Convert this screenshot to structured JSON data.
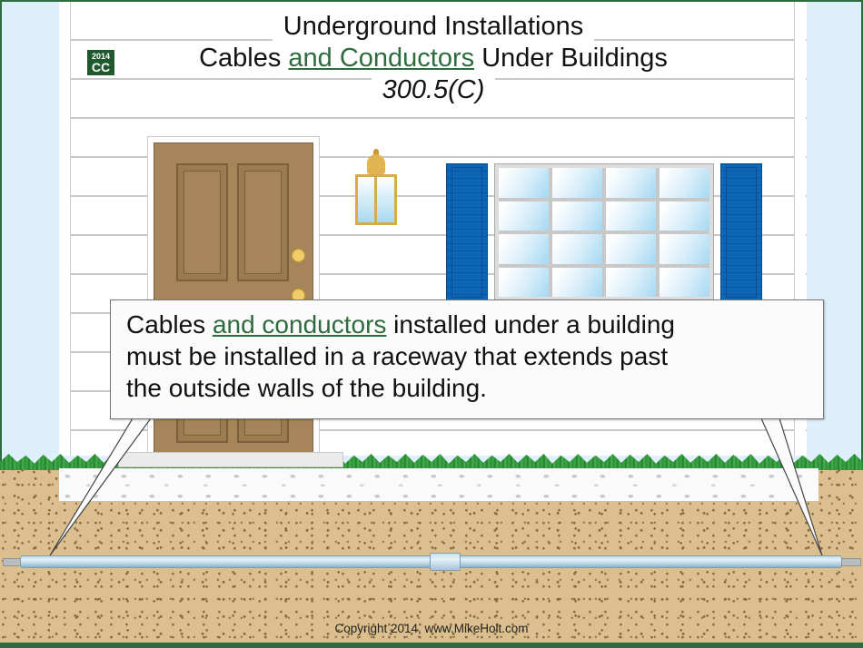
{
  "diagram": {
    "title": {
      "line1": "Underground Installations",
      "line2_prefix": "Cables ",
      "line2_highlight": "and Conductors",
      "line2_suffix": " Under Buildings",
      "line3": "300.5(C)"
    },
    "badge": {
      "year": "2014",
      "code": "CC"
    },
    "callout": {
      "line1_prefix": "Cables ",
      "line1_highlight": "and conductors",
      "line1_suffix": " installed under a building",
      "line2": "must be installed in a raceway that extends past",
      "line3": "the outside walls of the building."
    },
    "copyright": "Copyright 2014, www.MikeHolt.com",
    "labels": {
      "door": "front-door",
      "lamp": "wall-lantern",
      "window": "window-with-shutters",
      "raceway": "underground-raceway",
      "slab": "building-foundation-slab"
    },
    "colors": {
      "frame_border": "#2e6b3e",
      "highlight_text": "#2e6b3e",
      "door": "#a58559",
      "shutter": "#0a62b0",
      "soil": "#dcbf8e",
      "grass": "#3aa745",
      "pipe": "#c2dcec",
      "sky": "#ddeffb"
    }
  }
}
